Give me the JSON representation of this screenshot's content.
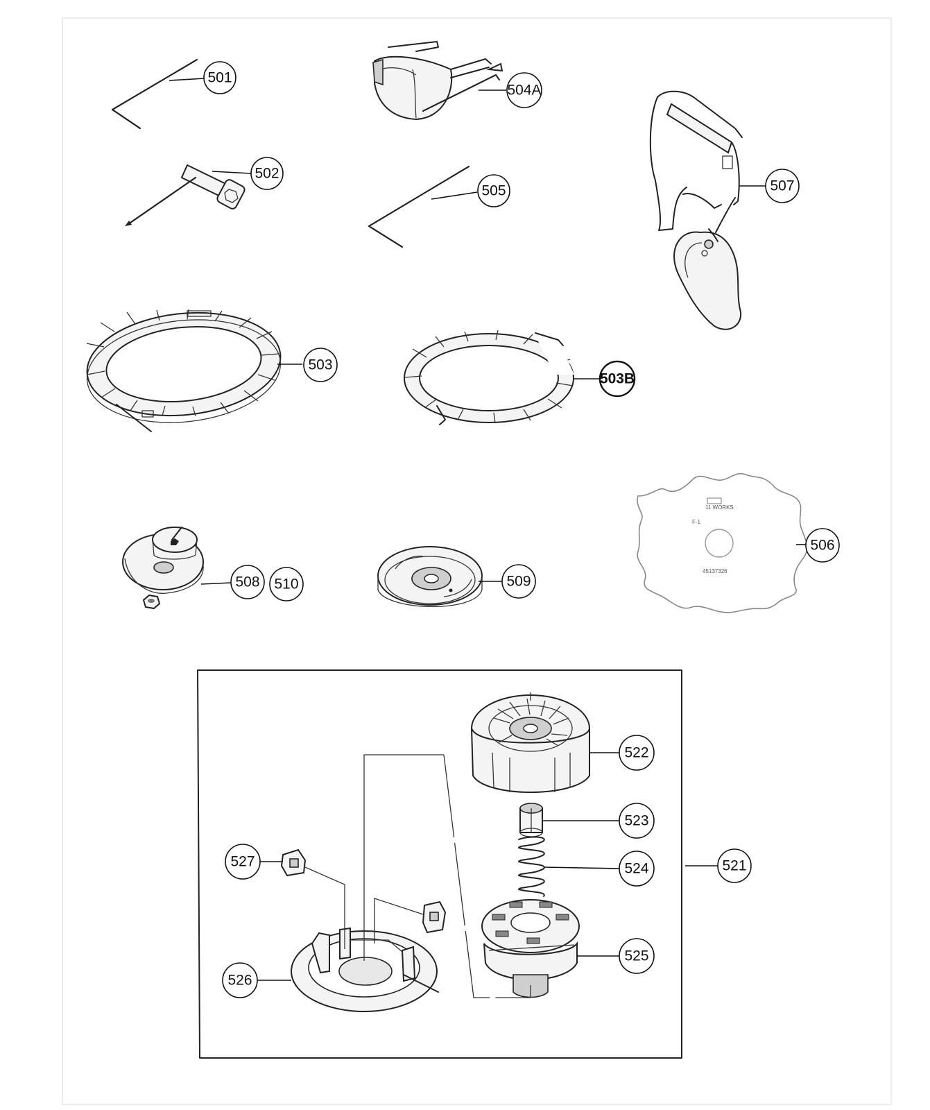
{
  "diagram": {
    "callouts": [
      {
        "id": "501",
        "label": "501"
      },
      {
        "id": "502",
        "label": "502"
      },
      {
        "id": "503",
        "label": "503"
      },
      {
        "id": "503B",
        "label": "503B"
      },
      {
        "id": "504A",
        "label": "504A"
      },
      {
        "id": "505",
        "label": "505"
      },
      {
        "id": "506",
        "label": "506"
      },
      {
        "id": "507",
        "label": "507"
      },
      {
        "id": "508",
        "label": "508"
      },
      {
        "id": "509",
        "label": "509"
      },
      {
        "id": "510",
        "label": "510"
      },
      {
        "id": "521",
        "label": "521"
      },
      {
        "id": "522",
        "label": "522"
      },
      {
        "id": "523",
        "label": "523"
      },
      {
        "id": "524",
        "label": "524"
      },
      {
        "id": "525",
        "label": "525"
      },
      {
        "id": "526",
        "label": "526"
      },
      {
        "id": "527",
        "label": "527"
      }
    ],
    "blade_marking": "45137326"
  }
}
